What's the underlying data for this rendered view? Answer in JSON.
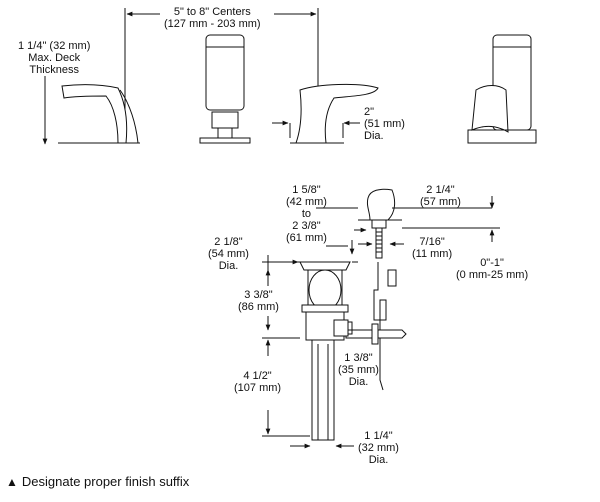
{
  "top_view": {
    "centers": {
      "line1": "5\" to 8\" Centers",
      "line2": "(127 mm - 203 mm)"
    },
    "deck": {
      "line1": "1 1/4\" (32 mm)",
      "line2": "Max. Deck",
      "line3": "Thickness"
    },
    "spout_dia": {
      "line1": "2\"",
      "line2": "(51 mm)",
      "line3": "Dia."
    }
  },
  "side_view": {
    "height_a": {
      "line1": "1 5/8\"",
      "line2": "(42 mm)",
      "line3": "to",
      "line4": "2 3/8\"",
      "line5": "(61 mm)"
    },
    "lever": {
      "line1": "2 1/4\"",
      "line2": "(57 mm)"
    },
    "tailpiece": {
      "line1": "7/16\"",
      "line2": "(11 mm)"
    },
    "deck_range": {
      "line1": "0\"-1\"",
      "line2": "(0 mm-25 mm)"
    },
    "drain_top_dia": {
      "line1": "2 1/8\"",
      "line2": "(54 mm)",
      "line3": "Dia."
    },
    "drain_body": {
      "line1": "3 3/8\"",
      "line2": "(86 mm)"
    },
    "tail_length": {
      "line1": "4 1/2\"",
      "line2": "(107 mm)"
    },
    "nut_dia": {
      "line1": "1 3/8\"",
      "line2": "(35 mm)",
      "line3": "Dia."
    },
    "tail_dia": {
      "line1": "1 1/4\"",
      "line2": "(32 mm)",
      "line3": "Dia."
    }
  },
  "footnote": {
    "symbol": "▲",
    "text": "Designate proper finish suffix"
  }
}
